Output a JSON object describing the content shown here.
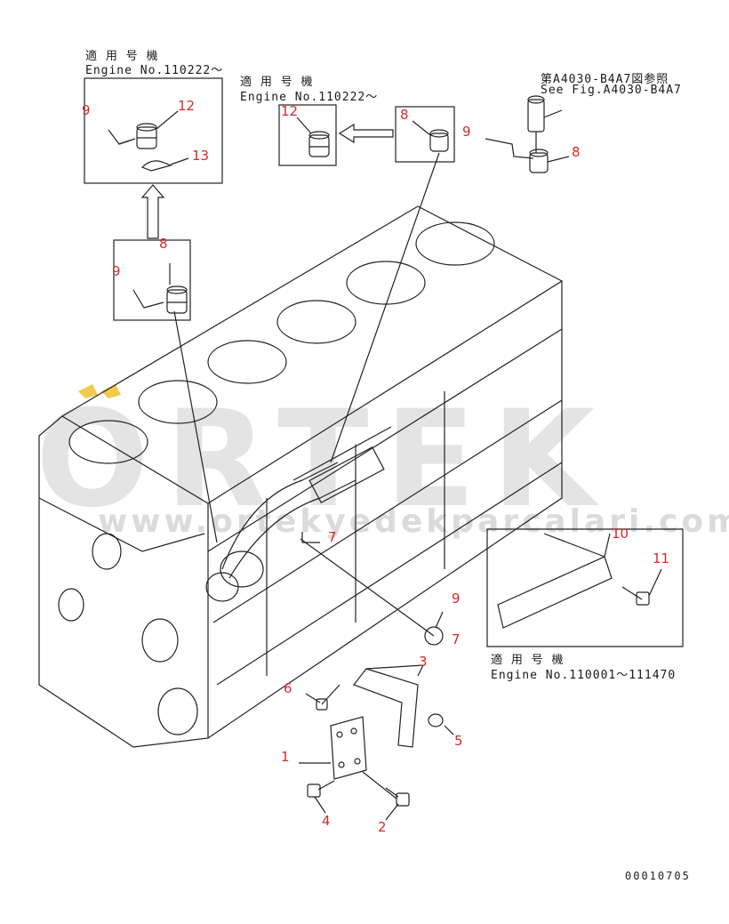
{
  "watermark": {
    "brand": "ORTEK",
    "url": "www.ortekyedekparcalari.com.tr"
  },
  "applicability": {
    "top_left": {
      "jp": "適 用 号 機",
      "en": "Engine No.110222～"
    },
    "top_mid": {
      "jp": "適 用 号 機",
      "en": "Engine No.110222～"
    },
    "lower_right": {
      "jp": "適 用 号 機",
      "en": "Engine No.110001～111470"
    }
  },
  "reference": {
    "jp": "第A4030-B4A7図参照",
    "en": "See Fig.A4030-B4A7"
  },
  "callouts": {
    "c9a": "9",
    "c12a": "12",
    "c13": "13",
    "c12b": "12",
    "c8b": "8",
    "c9b": "9",
    "c8c": "8",
    "c8d": "8",
    "c9d": "9",
    "c7a": "7",
    "c7b": "7",
    "c9e": "9",
    "c10": "10",
    "c11": "11",
    "c3": "3",
    "c6": "6",
    "c5": "5",
    "c1": "1",
    "c4": "4",
    "c2": "2"
  },
  "document_number": "00010705",
  "colors": {
    "callout": "#d42a2a",
    "line": "#222222",
    "watermark_accent": "#e8b400"
  }
}
